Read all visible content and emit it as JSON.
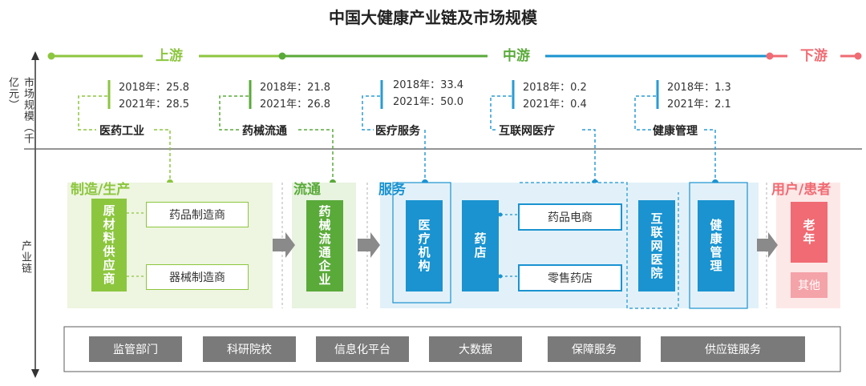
{
  "title": "中国大健康产业链及市场规模",
  "stages": {
    "upstream": "上游",
    "midstream": "中游",
    "downstream": "下游"
  },
  "axis": {
    "market_label": "市场规模（千亿元）",
    "chain_label": "产业链"
  },
  "markets": [
    {
      "y2018": "2018年：25.8",
      "y2021": "2021年：28.5",
      "name": "医药工业",
      "color": "#8cc63f"
    },
    {
      "y2018": "2018年：21.8",
      "y2021": "2021年：26.8",
      "name": "药械流通",
      "color": "#5aaa3a"
    },
    {
      "y2018": "2018年：33.4",
      "y2021": "2021年：50.0",
      "name": "医疗服务",
      "color": "#2a9bd6"
    },
    {
      "y2018": "2018年：0.2",
      "y2021": "2021年：0.4",
      "name": "互联网医疗",
      "color": "#2a9bd6"
    },
    {
      "y2018": "2018年：1.3",
      "y2021": "2021年：2.1",
      "name": "健康管理",
      "color": "#2a9bd6"
    }
  ],
  "sections": {
    "manufacturing": {
      "title": "制造/生产",
      "supplier": "原材料供应商",
      "drug_maker": "药品制造商",
      "device_maker": "器械制造商"
    },
    "circulation": {
      "title": "流通",
      "enterprise": "药械流通企业"
    },
    "service": {
      "title": "服务",
      "institution": "医疗机构",
      "pharmacy": "药店",
      "ecommerce": "药品电商",
      "retail": "零售药店",
      "internet_hospital": "互联网医院",
      "health_mgmt": "健康管理"
    },
    "users": {
      "title": "用户/患者",
      "elderly": "老年",
      "others": "其他"
    }
  },
  "support": [
    "监管部门",
    "科研院校",
    "信息化平台",
    "大数据",
    "保障服务",
    "供应链服务"
  ],
  "colors": {
    "light_green": "#8cc63f",
    "green": "#5aaa3a",
    "blue": "#1a93d0",
    "pink": "#f06b73",
    "grey": "#7a7a7a"
  }
}
